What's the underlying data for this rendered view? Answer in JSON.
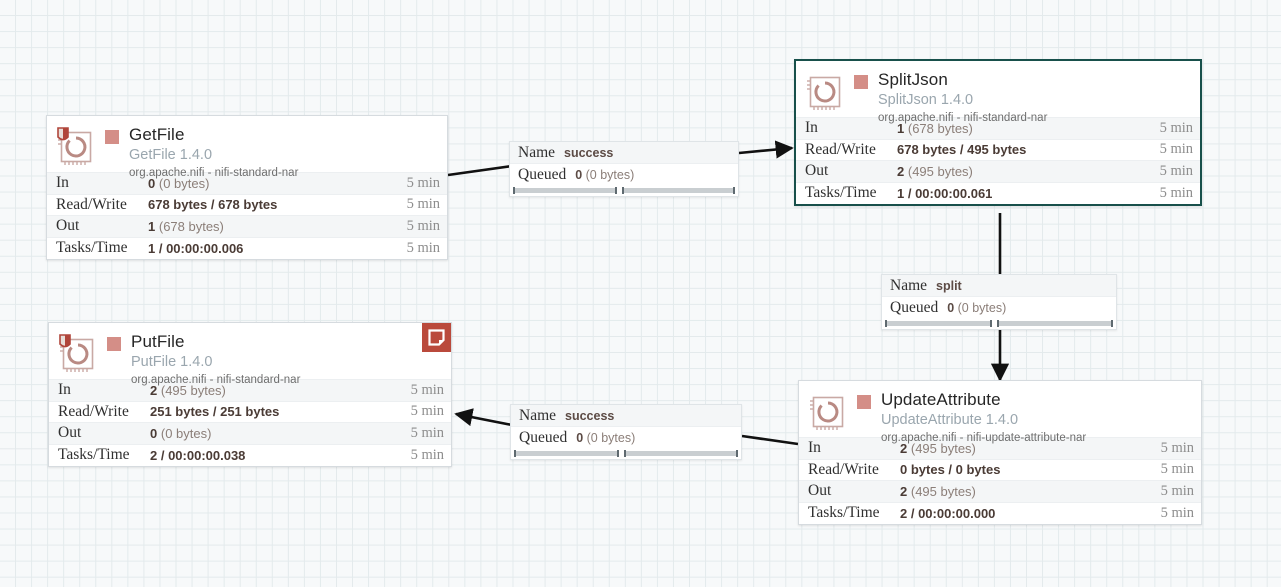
{
  "canvas": {
    "background_color": "#f7f9fa",
    "grid_color": "#e3eaec",
    "link_color": "#111111"
  },
  "colors": {
    "selected_border": "#18504b",
    "stopped_indicator": "#d48e87",
    "bulletin_badge": "#ba4a3c",
    "box_border": "#d6dbdf",
    "row_alt": "#f4f6f7"
  },
  "processors": [
    {
      "name": "GetFile",
      "type": "GetFile 1.4.0",
      "bundle": "org.apache.nifi - nifi-standard-nar",
      "icon": "processor-icon",
      "has_shield": true,
      "has_bulletin": false,
      "selected": false,
      "status_indicator": "stopped",
      "stats": [
        {
          "label": "In",
          "value": "0",
          "detail": "(0 bytes)",
          "time": "5 min"
        },
        {
          "label": "Read/Write",
          "value": "678 bytes / 678 bytes",
          "detail": "",
          "time": "5 min"
        },
        {
          "label": "Out",
          "value": "1",
          "detail": "(678 bytes)",
          "time": "5 min"
        },
        {
          "label": "Tasks/Time",
          "value": "1 / 00:00:00.006",
          "detail": "",
          "time": "5 min"
        }
      ]
    },
    {
      "name": "SplitJson",
      "type": "SplitJson 1.4.0",
      "bundle": "org.apache.nifi - nifi-standard-nar",
      "icon": "processor-icon",
      "has_shield": false,
      "has_bulletin": false,
      "selected": true,
      "status_indicator": "stopped",
      "stats": [
        {
          "label": "In",
          "value": "1",
          "detail": "(678 bytes)",
          "time": "5 min"
        },
        {
          "label": "Read/Write",
          "value": "678 bytes / 495 bytes",
          "detail": "",
          "time": "5 min"
        },
        {
          "label": "Out",
          "value": "2",
          "detail": "(495 bytes)",
          "time": "5 min"
        },
        {
          "label": "Tasks/Time",
          "value": "1 / 00:00:00.061",
          "detail": "",
          "time": "5 min"
        }
      ]
    },
    {
      "name": "PutFile",
      "type": "PutFile 1.4.0",
      "bundle": "org.apache.nifi - nifi-standard-nar",
      "icon": "processor-icon",
      "has_shield": true,
      "has_bulletin": true,
      "selected": false,
      "status_indicator": "stopped",
      "stats": [
        {
          "label": "In",
          "value": "2",
          "detail": "(495 bytes)",
          "time": "5 min"
        },
        {
          "label": "Read/Write",
          "value": "251 bytes / 251 bytes",
          "detail": "",
          "time": "5 min"
        },
        {
          "label": "Out",
          "value": "0",
          "detail": "(0 bytes)",
          "time": "5 min"
        },
        {
          "label": "Tasks/Time",
          "value": "2 / 00:00:00.038",
          "detail": "",
          "time": "5 min"
        }
      ]
    },
    {
      "name": "UpdateAttribute",
      "type": "UpdateAttribute 1.4.0",
      "bundle": "org.apache.nifi - nifi-update-attribute-nar",
      "icon": "processor-icon",
      "has_shield": false,
      "has_bulletin": false,
      "selected": false,
      "status_indicator": "stopped",
      "stats": [
        {
          "label": "In",
          "value": "2",
          "detail": "(495 bytes)",
          "time": "5 min"
        },
        {
          "label": "Read/Write",
          "value": "0 bytes / 0 bytes",
          "detail": "",
          "time": "5 min"
        },
        {
          "label": "Out",
          "value": "2",
          "detail": "(495 bytes)",
          "time": "5 min"
        },
        {
          "label": "Tasks/Time",
          "value": "2 / 00:00:00.000",
          "detail": "",
          "time": "5 min"
        }
      ]
    }
  ],
  "connections": [
    {
      "name_label": "Name",
      "name_value": "success",
      "queued_label": "Queued",
      "queued_value": "0",
      "queued_detail": "(0 bytes)"
    },
    {
      "name_label": "Name",
      "name_value": "split",
      "queued_label": "Queued",
      "queued_value": "0",
      "queued_detail": "(0 bytes)"
    },
    {
      "name_label": "Name",
      "name_value": "success",
      "queued_label": "Queued",
      "queued_value": "0",
      "queued_detail": "(0 bytes)"
    }
  ]
}
